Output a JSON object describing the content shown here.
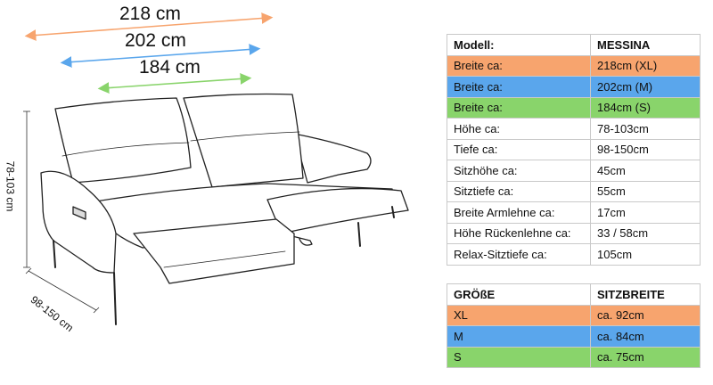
{
  "dimensions": {
    "width_xl": "218 cm",
    "width_m": "202 cm",
    "width_s": "184 cm",
    "height": "78-103 cm",
    "depth": "98-150 cm"
  },
  "colors": {
    "orange": "#f7a46e",
    "blue": "#5aa6ec",
    "green": "#89d46b"
  },
  "spec_table": {
    "header": {
      "label": "Modell:",
      "value": "MESSINA"
    },
    "rows": [
      {
        "label": "Breite ca:",
        "value": "218cm (XL)",
        "color": "orange"
      },
      {
        "label": "Breite ca:",
        "value": "202cm (M)",
        "color": "blue"
      },
      {
        "label": "Breite ca:",
        "value": "184cm (S)",
        "color": "green"
      },
      {
        "label": "Höhe ca:",
        "value": "78-103cm"
      },
      {
        "label": "Tiefe ca:",
        "value": "98-150cm"
      },
      {
        "label": "Sitzhöhe ca:",
        "value": "45cm"
      },
      {
        "label": "Sitztiefe ca:",
        "value": "55cm"
      },
      {
        "label": "Breite Armlehne ca:",
        "value": "17cm"
      },
      {
        "label": "Höhe Rückenlehne ca:",
        "value": "33 / 58cm"
      },
      {
        "label": "Relax-Sitztiefe ca:",
        "value": "105cm"
      }
    ]
  },
  "size_table": {
    "header": {
      "label": "GRÖßE",
      "value": "SITZBREITE"
    },
    "rows": [
      {
        "label": "XL",
        "value": "ca. 92cm",
        "color": "orange"
      },
      {
        "label": "M",
        "value": "ca. 84cm",
        "color": "blue"
      },
      {
        "label": "S",
        "value": "ca. 75cm",
        "color": "green"
      }
    ]
  }
}
